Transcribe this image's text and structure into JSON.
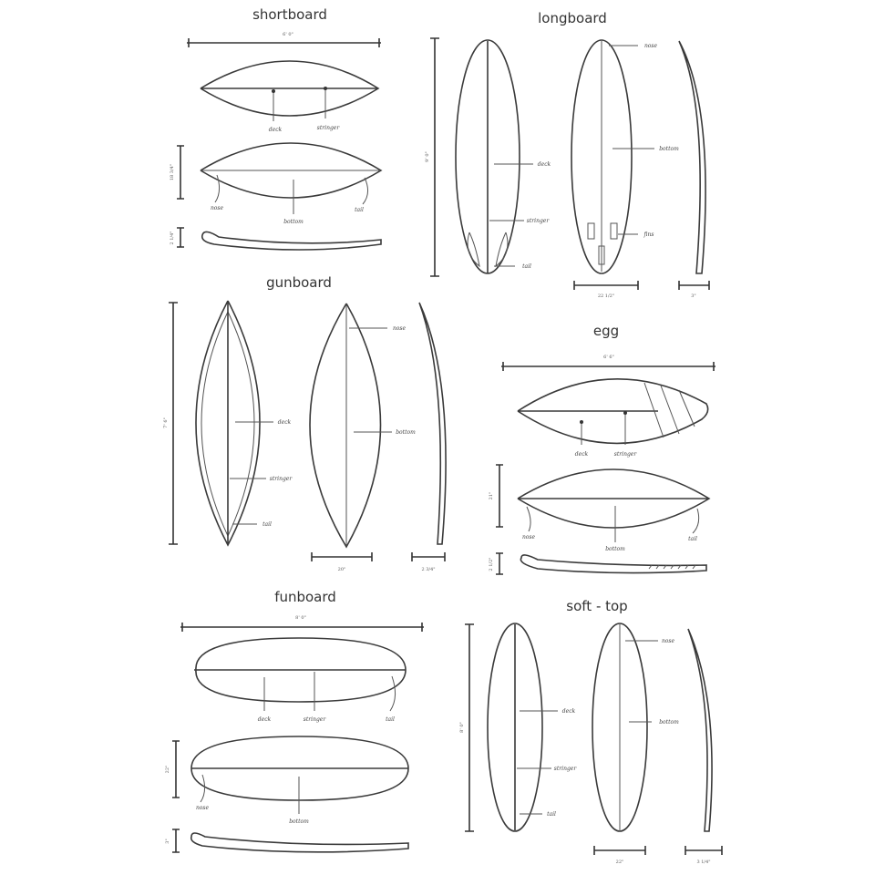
{
  "sections": {
    "shortboard": {
      "title": "shortboard",
      "length": "6' 0\"",
      "width": "18 3/4\"",
      "thickness": "2 1/4\"",
      "labels": {
        "deck": "deck",
        "stringer": "stringer",
        "nose": "nose",
        "bottom": "bottom",
        "tail": "tail"
      }
    },
    "longboard": {
      "title": "longboard",
      "length": "9' 0\"",
      "width": "22 1/2\"",
      "thickness": "3\"",
      "labels": {
        "deck": "deck",
        "stringer": "stringer",
        "tail": "tail",
        "nose": "nose",
        "bottom": "bottom",
        "fins": "fins"
      }
    },
    "gunboard": {
      "title": "gunboard",
      "length": "7' 6\"",
      "width": "20\"",
      "thickness": "2 3/4\"",
      "labels": {
        "deck": "deck",
        "stringer": "stringer",
        "tail": "tail",
        "nose": "nose",
        "bottom": "bottom"
      }
    },
    "egg": {
      "title": "egg",
      "length": "6' 6\"",
      "width": "21\"",
      "thickness": "2 1/2\"",
      "labels": {
        "deck": "deck",
        "stringer": "stringer",
        "nose": "nose",
        "bottom": "bottom",
        "tail": "tail"
      }
    },
    "funboard": {
      "title": "funboard",
      "length": "8' 0\"",
      "width": "22\"",
      "thickness": "3\"",
      "labels": {
        "deck": "deck",
        "stringer": "stringer",
        "tail": "tail",
        "nose": "nose",
        "bottom": "bottom"
      }
    },
    "softtop": {
      "title": "soft - top",
      "length": "8' 0\"",
      "width": "22\"",
      "thickness": "3 1/4\"",
      "labels": {
        "deck": "deck",
        "stringer": "stringer",
        "tail": "tail",
        "nose": "nose",
        "bottom": "bottom"
      }
    }
  },
  "colors": {
    "ink": "#3a3a3a",
    "background": "#ffffff"
  }
}
